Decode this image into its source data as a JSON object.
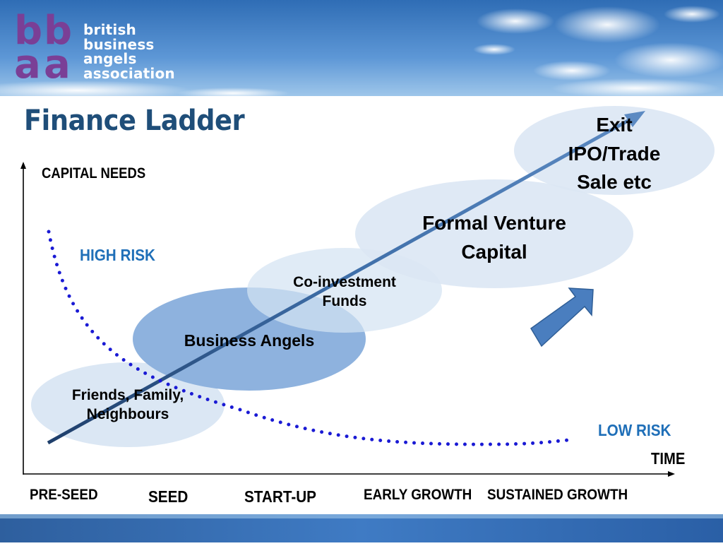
{
  "logo": {
    "mark_letters": [
      "b",
      "b",
      "a",
      "a"
    ],
    "lines": [
      "british",
      "business",
      "angels",
      "association"
    ]
  },
  "title": "Finance Ladder",
  "axes": {
    "y_label": "CAPITAL NEEDS",
    "x_label": "TIME"
  },
  "risk": {
    "high": "HIGH RISK",
    "low": "LOW RISK"
  },
  "stages": [
    "PRE-SEED",
    "SEED",
    "START-UP",
    "EARLY GROWTH",
    "SUSTAINED GROWTH"
  ],
  "funding": [
    {
      "lines": [
        "Friends, Family,",
        "Neighbours"
      ]
    },
    {
      "lines": [
        "Business Angels"
      ]
    },
    {
      "lines": [
        "Co-investment",
        "Funds"
      ]
    },
    {
      "lines": [
        "Formal Venture",
        "Capital"
      ]
    },
    {
      "lines": [
        "Exit",
        "IPO/Trade",
        "Sale etc"
      ]
    }
  ],
  "colors": {
    "title": "#1f4e79",
    "risk": "#1f6fb8",
    "dotted_curve": "#1a1ad4",
    "logo": "#7a3f96",
    "arrow": "#4a7ebf"
  }
}
